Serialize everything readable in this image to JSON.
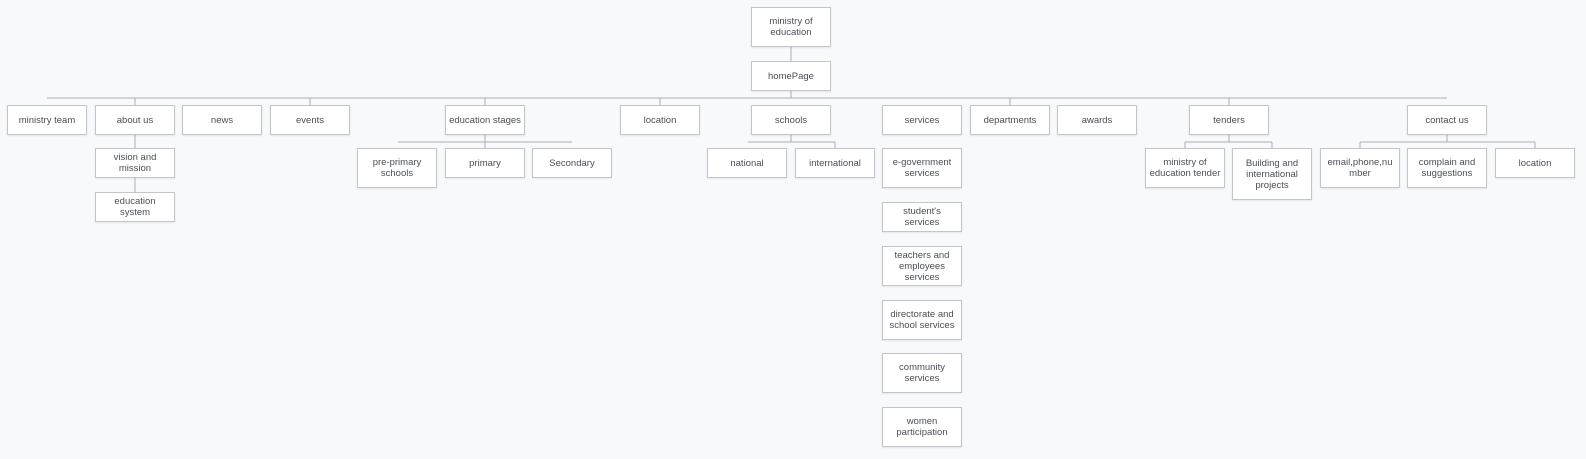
{
  "colors": {
    "background": "#f8f9fa",
    "node_fill": "#ffffff",
    "node_border": "#c2c6cc",
    "connector": "#a8adb4",
    "text": "#4a4f56"
  },
  "nodes": {
    "root": "ministry of education",
    "homepage": "homePage",
    "ministry_team": "ministry team",
    "about_us": "about us",
    "vision_and_mission": "vision and mission",
    "education_system": "education system",
    "news": "news",
    "events": "events",
    "education_stages": "education stages",
    "pre_primary": "pre-primary schools",
    "primary": "primary",
    "secondary": "Secondary",
    "location": "location",
    "schools": "schools",
    "national": "national",
    "international": "international",
    "services": "services",
    "e_government": "e-government services",
    "students_services": "student's services",
    "teachers_services": "teachers and employees services",
    "directorate_services": "directorate and school services",
    "community_services": "community services",
    "women_participation": "women participation",
    "departments": "departments",
    "awards": "awards",
    "tenders": "tenders",
    "ministry_tender": "ministry of education tender",
    "building_projects": "Building and international projects",
    "contact_us": "contact us",
    "email_phone": "email,phone,number",
    "complain": "complain and suggestions",
    "contact_location": "location"
  }
}
